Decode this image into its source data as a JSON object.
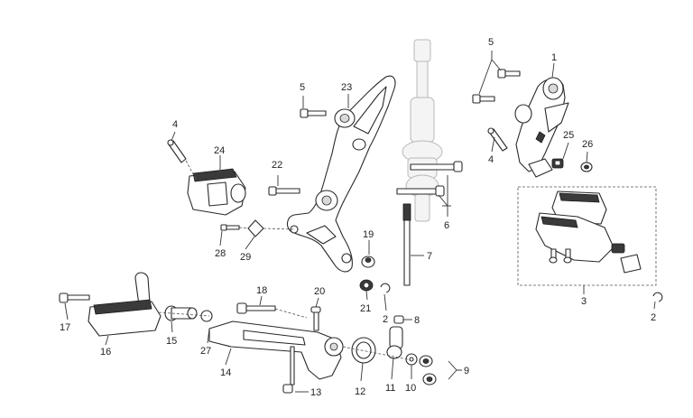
{
  "callouts": [
    {
      "id": "c1",
      "text": "1"
    },
    {
      "id": "c2a",
      "text": "2"
    },
    {
      "id": "c2b",
      "text": "2"
    },
    {
      "id": "c3",
      "text": "3"
    },
    {
      "id": "c4a",
      "text": "4"
    },
    {
      "id": "c4b",
      "text": "4"
    },
    {
      "id": "c5a",
      "text": "5"
    },
    {
      "id": "c5b",
      "text": "5"
    },
    {
      "id": "c6",
      "text": "6"
    },
    {
      "id": "c7",
      "text": "7"
    },
    {
      "id": "c8",
      "text": "8"
    },
    {
      "id": "c9",
      "text": "9"
    },
    {
      "id": "c10",
      "text": "10"
    },
    {
      "id": "c11",
      "text": "11"
    },
    {
      "id": "c12",
      "text": "12"
    },
    {
      "id": "c13",
      "text": "13"
    },
    {
      "id": "c14",
      "text": "14"
    },
    {
      "id": "c15",
      "text": "15"
    },
    {
      "id": "c16",
      "text": "16"
    },
    {
      "id": "c17",
      "text": "17"
    },
    {
      "id": "c18",
      "text": "18"
    },
    {
      "id": "c19",
      "text": "19"
    },
    {
      "id": "c20",
      "text": "20"
    },
    {
      "id": "c21",
      "text": "21"
    },
    {
      "id": "c22",
      "text": "22"
    },
    {
      "id": "c23",
      "text": "23"
    },
    {
      "id": "c24",
      "text": "24"
    },
    {
      "id": "c25",
      "text": "25"
    },
    {
      "id": "c26",
      "text": "26"
    },
    {
      "id": "c27",
      "text": "27"
    },
    {
      "id": "c28",
      "text": "28"
    },
    {
      "id": "c29",
      "text": "29"
    }
  ]
}
